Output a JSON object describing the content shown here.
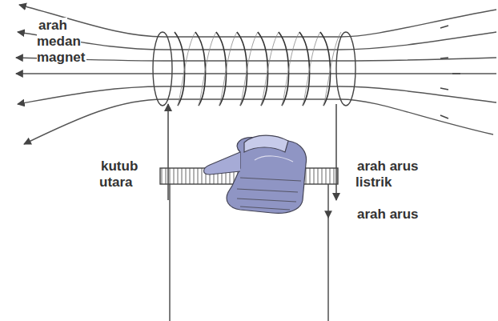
{
  "diagram": {
    "labels": [
      "arah medan magnet",
      "arah arus listrik",
      "kutub utara",
      "arah arus"
    ]
  }
}
